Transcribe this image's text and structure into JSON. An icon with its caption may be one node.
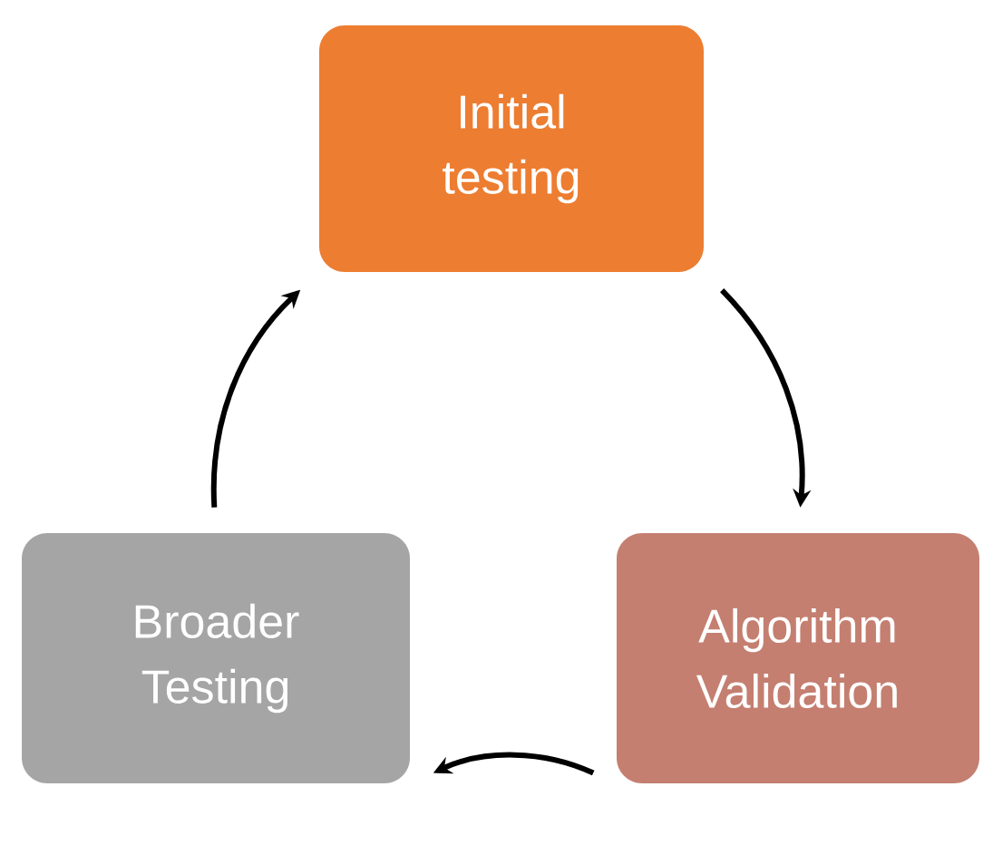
{
  "diagram": {
    "nodes": [
      {
        "text": [
          "Initial testing"
        ]
      },
      {
        "text": [
          "Algorithm Validation"
        ]
      },
      {
        "text": [
          "Broader Testing"
        ]
      }
    ],
    "edges": [
      {
        "from": 0,
        "to": 1,
        "arrow": "to"
      },
      {
        "from": 1,
        "to": 2,
        "arrow": "to"
      },
      {
        "from": 2,
        "to": 0,
        "arrow": "to"
      }
    ]
  }
}
